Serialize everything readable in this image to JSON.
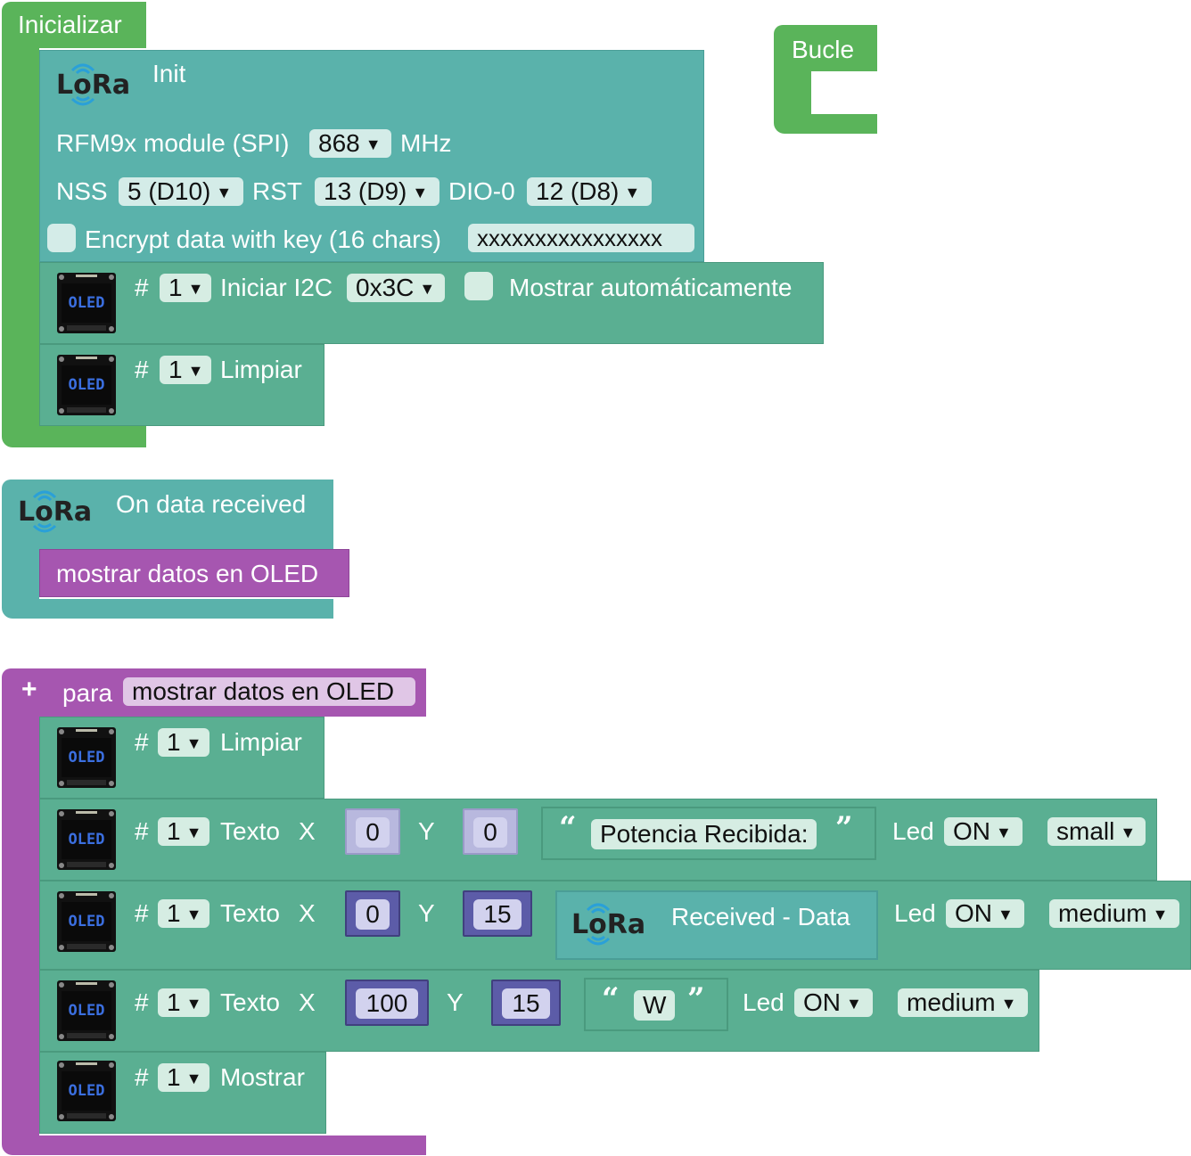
{
  "colors": {
    "setup": "#5ab45a",
    "lora": "#5ab2ab",
    "oled": "#5aaf92",
    "func": "#a656b0",
    "math": "#5c5ca8",
    "text": "#5aaf92"
  },
  "icons": {
    "oled": "OLED",
    "lora": "LoRa"
  },
  "setup_block": {
    "title": "Inicializar",
    "lora_init": {
      "label": "Init",
      "module_label": "RFM9x module (SPI)",
      "freq": "868",
      "freq_unit": "MHz",
      "nss_label": "NSS",
      "nss": "5 (D10)",
      "rst_label": "RST",
      "rst": "13 (D9)",
      "dio_label": "DIO-0",
      "dio": "12 (D8)",
      "encrypt_label": "Encrypt data with key (16 chars)",
      "key": "xxxxxxxxxxxxxxxx"
    },
    "oled_init": {
      "hash": "#",
      "num": "1",
      "label": "Iniciar I2C",
      "addr": "0x3C",
      "auto_label": "Mostrar automáticamente"
    },
    "oled_clear": {
      "hash": "#",
      "num": "1",
      "label": "Limpiar"
    }
  },
  "loop_block": {
    "title": "Bucle"
  },
  "lora_event": {
    "title": "On data received",
    "call": "mostrar datos en OLED"
  },
  "function_block": {
    "plus": "+",
    "para": "para",
    "name": "mostrar datos en OLED",
    "clear": {
      "hash": "#",
      "num": "1",
      "label": "Limpiar"
    },
    "text1": {
      "hash": "#",
      "num": "1",
      "label": "Texto",
      "x_label": "X",
      "x": "0",
      "y_label": "Y",
      "y": "0",
      "open_q": "“",
      "string": "Potencia Recibida:",
      "close_q": "”",
      "led_label": "Led",
      "led": "ON",
      "size": "small"
    },
    "text2": {
      "hash": "#",
      "num": "1",
      "label": "Texto",
      "x_label": "X",
      "x": "0",
      "y_label": "Y",
      "y": "15",
      "data_label": "Received - Data",
      "led_label": "Led",
      "led": "ON",
      "size": "medium"
    },
    "text3": {
      "hash": "#",
      "num": "1",
      "label": "Texto",
      "x_label": "X",
      "x": "100",
      "y_label": "Y",
      "y": "15",
      "open_q": "“",
      "string": "W",
      "close_q": "”",
      "led_label": "Led",
      "led": "ON",
      "size": "medium"
    },
    "show": {
      "hash": "#",
      "num": "1",
      "label": "Mostrar"
    }
  }
}
